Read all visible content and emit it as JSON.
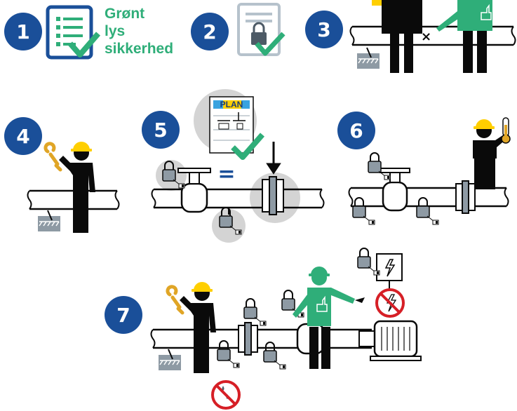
{
  "title_lines": [
    "Grønt",
    "lys",
    "sikkerhed"
  ],
  "steps": [
    "1",
    "2",
    "3",
    "4",
    "5",
    "6",
    "7"
  ],
  "plan_label": "PLAN",
  "equals_sign": "=",
  "icons": [
    "checklist-icon",
    "padlock-document-icon",
    "wrench-icon",
    "thermometer-icon",
    "lightning-icon",
    "no-electricity-icon",
    "no-liquid-icon",
    "padlock-icon",
    "thumbs-up-icon"
  ],
  "colors": {
    "badge_blue": "#1a4f99",
    "green": "#2fae79",
    "helmet_yellow": "#ffcf00",
    "grey": "#8e9aa4",
    "red": "#d61f26",
    "black": "#0a0a0a"
  }
}
